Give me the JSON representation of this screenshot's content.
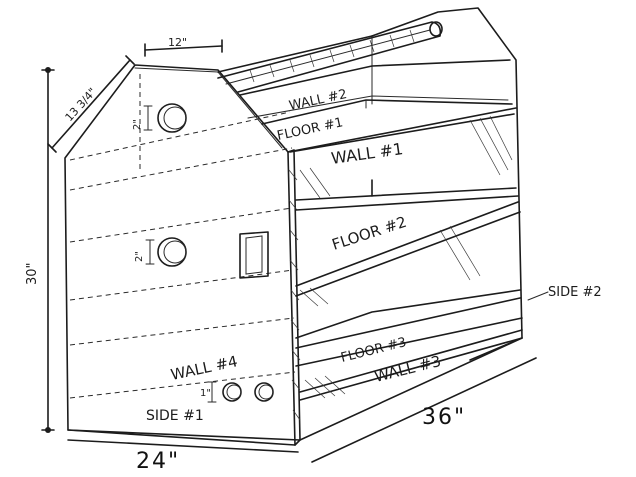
{
  "labels": {
    "wall1": "WALL #1",
    "wall2": "WALL #2",
    "wall3": "WALL #3",
    "wall4": "WALL #4",
    "floor1": "FLOOR #1",
    "floor2": "FLOOR #2",
    "floor3": "FLOOR #3",
    "side1": "SIDE #1",
    "side2": "SIDE #2"
  },
  "dimensions": {
    "top_width": "12\"",
    "slope": "13 3/4\"",
    "height": "30\"",
    "depth": "24\"",
    "length": "36\"",
    "hole_upper": "2\"",
    "hole_middle": "2\"",
    "hole_small": "1\""
  }
}
